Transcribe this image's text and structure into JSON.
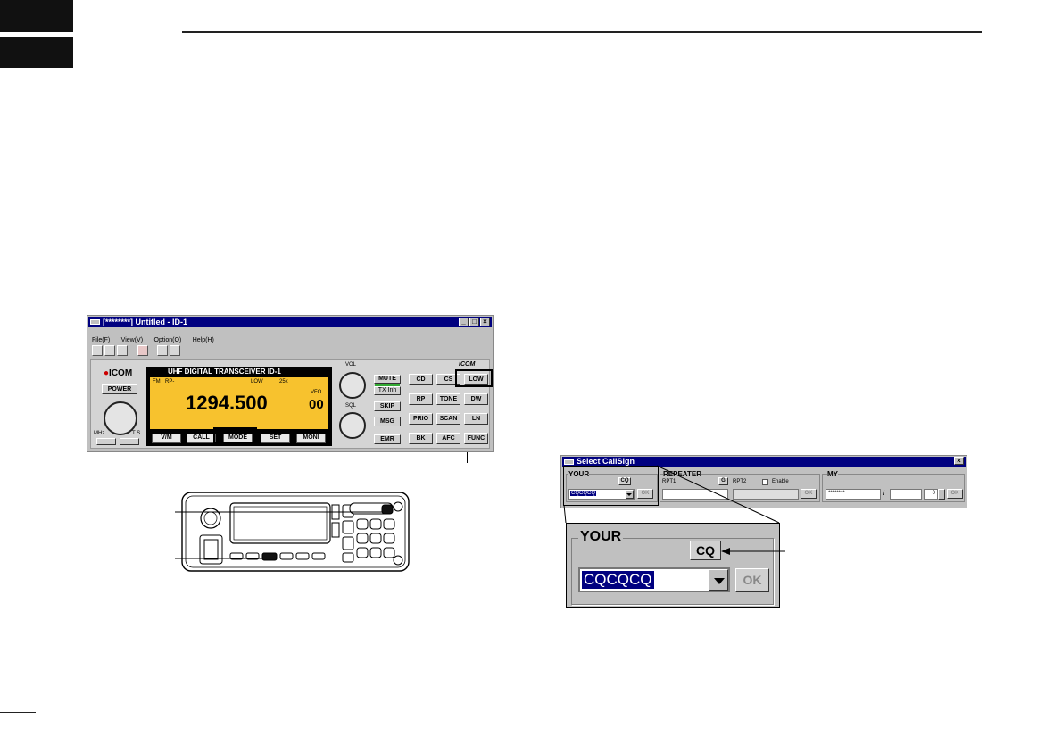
{
  "main_window": {
    "title": "[********] Untitled - ID-1",
    "menu": [
      "File(F)",
      "View(V)",
      "Option(O)",
      "Help(H)"
    ],
    "brand": "ICOM",
    "power_label": "POWER",
    "mhz_label": "MHz",
    "ts_label": "T S",
    "vol_label": "VOL",
    "sql_label": "SQL",
    "lcd": {
      "header": "UHF DIGITAL TRANSCEIVER   ID-1",
      "mode": "FM",
      "rp": "RP-",
      "power": "LOW",
      "step": "25k",
      "vfo": "VFO",
      "frequency": "1294.500",
      "channel": "00"
    },
    "lcd_buttons": [
      "V/M",
      "CALL",
      "MODE",
      "SET",
      "MONI"
    ],
    "side_buttons": [
      "MUTE",
      "TX Inh",
      "SKIP",
      "MSG",
      "EMR"
    ],
    "grid_buttons": [
      [
        "CD",
        "CS",
        "LOW"
      ],
      [
        "RP",
        "TONE",
        "DW"
      ],
      [
        "PRIO",
        "SCAN",
        "LN"
      ],
      [
        "BK",
        "AFC",
        "FUNC"
      ]
    ]
  },
  "select_callsign": {
    "title": "Select CallSign",
    "your_label": "YOUR",
    "cq_label": "CQ",
    "your_value": "CQCQCQ",
    "ok_label": "OK",
    "repeater_label": "REPEATER",
    "rpt1_label": "RPT1",
    "g_label": "G",
    "rpt2_label": "RPT2",
    "enable_label": "Enable",
    "my_label": "MY",
    "my_value": "********",
    "slash": "/",
    "my_index": "0"
  },
  "zoom": {
    "your_label": "YOUR",
    "cq_label": "CQ",
    "your_value": "CQCQCQ",
    "ok_label": "OK"
  }
}
